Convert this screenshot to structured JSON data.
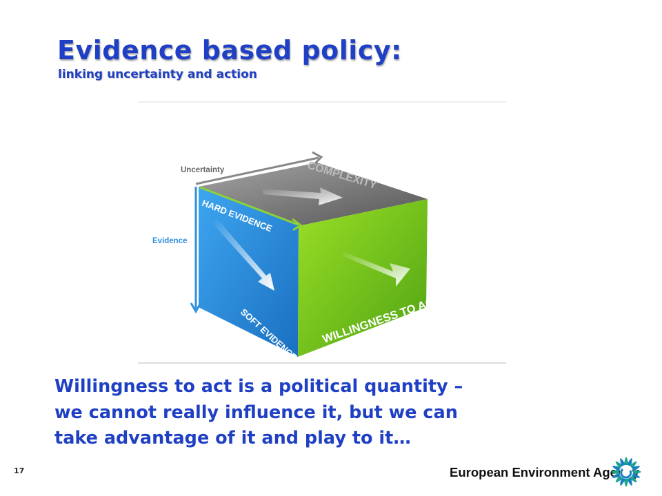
{
  "slide": {
    "title": "Evidence based policy:",
    "subtitle": "linking uncertainty and action",
    "body_lines": [
      "Willingness to act is a political quantity –",
      "we cannot really influence it, but we can",
      "take advantage of it and play to it…"
    ],
    "page_number": "17"
  },
  "diagram": {
    "axis_labels": {
      "uncertainty": "Uncertainty",
      "evidence": "Evidence"
    },
    "faces": {
      "top": "COMPLEXITY",
      "left_upper": "HARD EVIDENCE",
      "left_lower": "SOFT EVIDENCE",
      "right": "WILLINGNESS TO ACT"
    },
    "colors": {
      "top_face": "#7d7d7d",
      "left_face": "#2f8fde",
      "right_face": "#7cc520",
      "axis_uncertainty": "#7d7d7d",
      "axis_evidence": "#2f8fde"
    }
  },
  "footer": {
    "agency": "European Environment Agency",
    "logo_colors": {
      "outer": "#1aa58f",
      "inner": "#1a7fc1"
    }
  },
  "theme": {
    "accent": "#1f40c4"
  }
}
